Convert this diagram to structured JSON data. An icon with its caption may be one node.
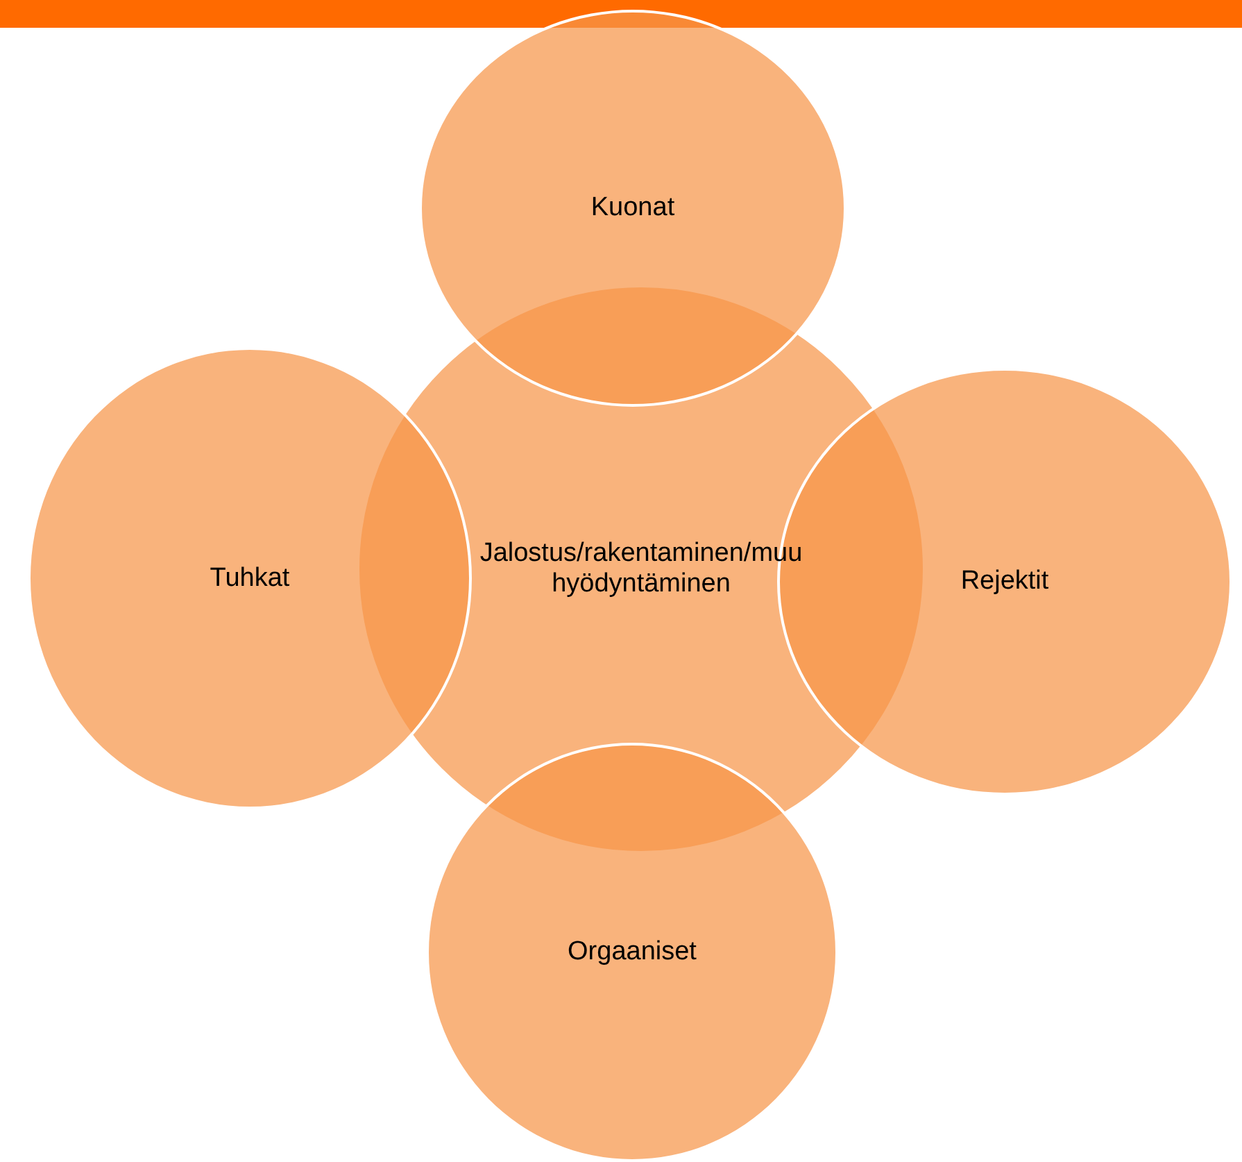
{
  "diagram": {
    "nodes": [
      {
        "text": [
          "Jalostus/rakentaminen/muu hyödyntäminen"
        ]
      },
      {
        "text": [
          "Kuonat"
        ]
      },
      {
        "text": [
          "Tuhkat"
        ]
      },
      {
        "text": [
          "Rejektit"
        ]
      },
      {
        "text": [
          "Orgaaniset"
        ]
      }
    ]
  }
}
